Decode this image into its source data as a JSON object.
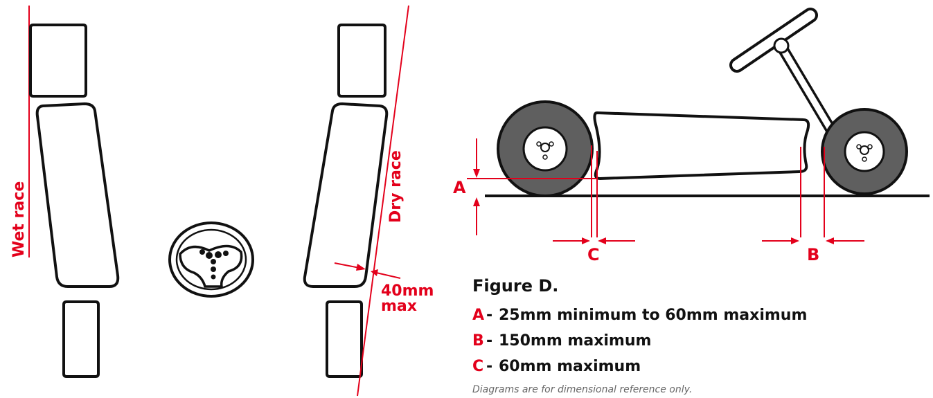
{
  "left_diagram": {
    "wet_label": "Wet race",
    "dry_label": "Dry race",
    "max_label_line1": "40mm",
    "max_label_line2": "max"
  },
  "kart_diagram": {
    "label_a": "A",
    "label_b": "B",
    "label_c": "C"
  },
  "figure": {
    "title": "Figure D.",
    "items": [
      {
        "letter": "A",
        "dash": "-",
        "text": "25mm minimum to 60mm maximum"
      },
      {
        "letter": "B",
        "dash": "-",
        "text": "150mm maximum"
      },
      {
        "letter": "C",
        "dash": "-",
        "text": "60mm maximum"
      }
    ],
    "note": "Diagrams are for dimensional reference only."
  },
  "colors": {
    "accent_red": "#e3001b",
    "outline": "#111111",
    "tyre_grey": "#5f5f5f"
  }
}
